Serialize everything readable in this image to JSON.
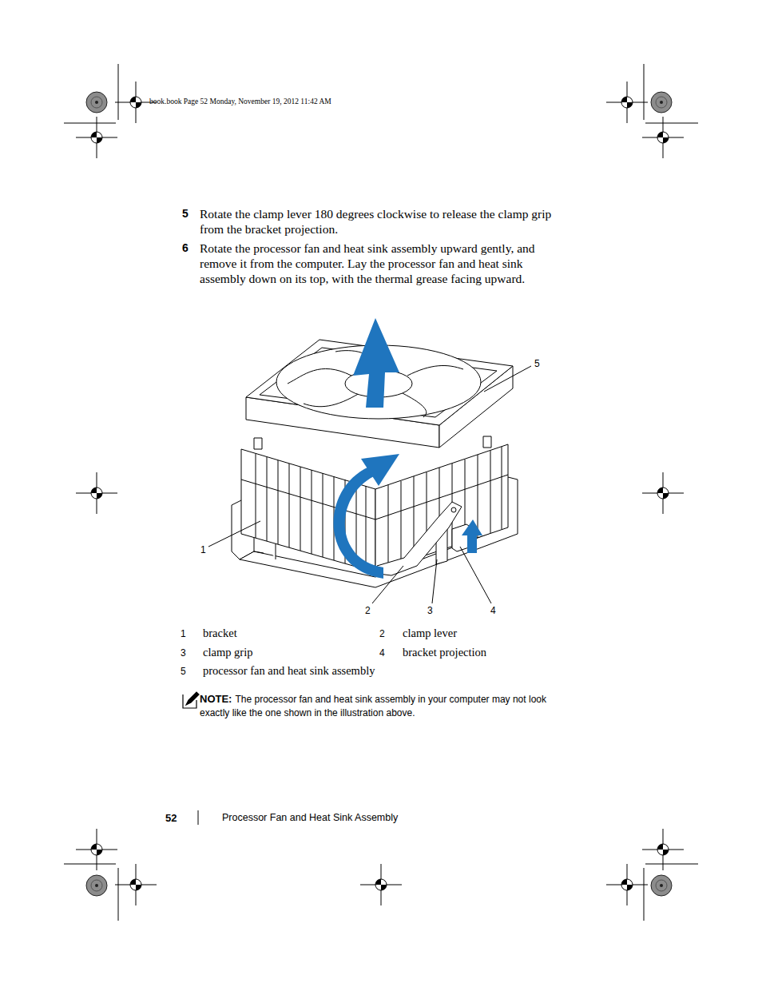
{
  "diagram": {
    "labels": [
      "book.book  Page 52  Monday, November 19, 2012  11:42 AM",
      "5",
      "Rotate the clamp lever 180 degrees clockwise to release the clamp grip from the bracket projection.",
      "6",
      "Rotate the processor fan and heat sink assembly upward gently, and remove it from the computer. Lay the processor fan and heat sink assembly down on its top, with the thermal grease facing upward.",
      "5",
      "1",
      "2",
      "3",
      "4",
      "1",
      "bracket",
      "2",
      "clamp lever",
      "3",
      "clamp grip",
      "4",
      "bracket projection",
      "5",
      "processor fan and heat sink assembly",
      "NOTE:",
      "The processor fan and heat sink assembly in your computer may not look exactly like the one shown in the illustration above.",
      "52",
      "Processor Fan and Heat Sink Assembly"
    ]
  }
}
